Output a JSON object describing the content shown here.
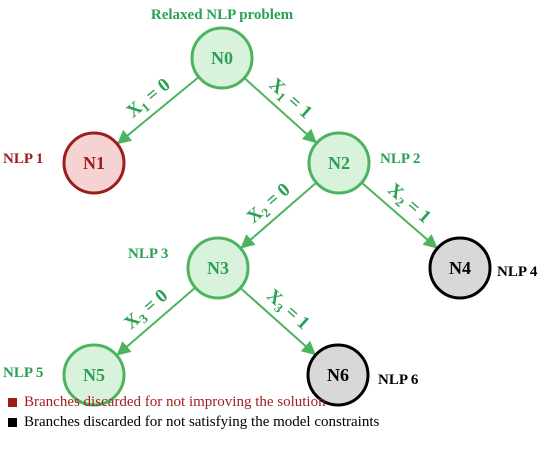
{
  "title": "Relaxed NLP problem",
  "colors": {
    "green_text": "#2aa052",
    "green_stroke": "#4cb45e",
    "green_fill": "#d9f2dc",
    "red_stroke": "#9c1d1b",
    "red_fill": "#f6d3d3",
    "black_stroke": "#000000",
    "grey_fill": "#d8d8d8",
    "red_legend": "#9c1d1b",
    "black_legend": "#000000"
  },
  "nodes": [
    {
      "id": "N0",
      "label": "N0",
      "status": "active"
    },
    {
      "id": "N1",
      "label": "N1",
      "status": "discarded-not-improving",
      "side_label": "NLP 1"
    },
    {
      "id": "N2",
      "label": "N2",
      "status": "active",
      "side_label": "NLP 2"
    },
    {
      "id": "N3",
      "label": "N3",
      "status": "active",
      "side_label": "NLP 3"
    },
    {
      "id": "N4",
      "label": "N4",
      "status": "discarded-infeasible",
      "side_label": "NLP 4"
    },
    {
      "id": "N5",
      "label": "N5",
      "status": "active",
      "side_label": "NLP 5"
    },
    {
      "id": "N6",
      "label": "N6",
      "status": "discarded-infeasible",
      "side_label": "NLP 6"
    }
  ],
  "edges": [
    {
      "from": "N0",
      "to": "N1",
      "var": "X",
      "sub": "1",
      "rhs": "= 0"
    },
    {
      "from": "N0",
      "to": "N2",
      "var": "X",
      "sub": "1",
      "rhs": "= 1"
    },
    {
      "from": "N2",
      "to": "N3",
      "var": "X",
      "sub": "2",
      "rhs": "= 0"
    },
    {
      "from": "N2",
      "to": "N4",
      "var": "X",
      "sub": "2",
      "rhs": "= 1"
    },
    {
      "from": "N3",
      "to": "N5",
      "var": "X",
      "sub": "3",
      "rhs": "= 0"
    },
    {
      "from": "N3",
      "to": "N6",
      "var": "X",
      "sub": "3",
      "rhs": "= 1"
    }
  ],
  "legend": [
    {
      "text": "Branches discarded for not improving the solution",
      "color": "#9c1d1b"
    },
    {
      "text": "Branches discarded for not satisfying the model constraints",
      "color": "#000000"
    }
  ]
}
